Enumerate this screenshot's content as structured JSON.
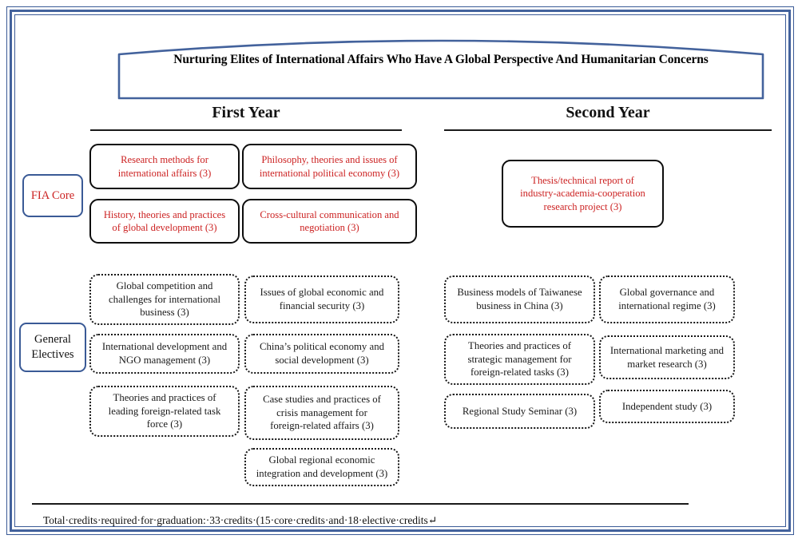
{
  "banner": {
    "title": "Nurturing Elites of International Affairs Who Have A Global Perspective And Humanitarian Concerns"
  },
  "colors": {
    "frame_blue": "#3a5a96",
    "core_text_red": "#cc2222",
    "rule_black": "#1a1a1a",
    "box_border_black": "#0d0d0d"
  },
  "years": {
    "first": "First Year",
    "second": "Second Year"
  },
  "categories": {
    "core": "FIA Core",
    "electives_line1": "General",
    "electives_line2": "Electives"
  },
  "core_courses": {
    "first_year": [
      {
        "line1": "Research methods for",
        "line2": "international affairs (3)"
      },
      {
        "line1": "Philosophy, theories and issues of",
        "line2": "international political economy (3)"
      },
      {
        "line1": "History, theories and practices",
        "line2": "of global development (3)"
      },
      {
        "line1": "Cross-cultural communication and",
        "line2": "negotiation (3)"
      }
    ],
    "second_year": [
      {
        "line1": "Thesis/technical report of",
        "line2": "industry-academia-cooperation",
        "line3": "research project (3)"
      }
    ]
  },
  "elective_courses": {
    "first_year_col1": [
      {
        "line1": "Global competition and",
        "line2": "challenges for international",
        "line3": "business (3)"
      },
      {
        "line1": "International development and",
        "line2": "NGO management (3)"
      },
      {
        "line1": "Theories and practices of",
        "line2": "leading foreign-related task",
        "line3": "force (3)"
      }
    ],
    "first_year_col2": [
      {
        "line1": "Issues of global economic and",
        "line2": "financial security (3)"
      },
      {
        "line1": "China’s political economy and",
        "line2": "social development (3)"
      },
      {
        "line1": "Case studies and practices of",
        "line2": "crisis management for",
        "line3": "foreign-related affairs (3)"
      },
      {
        "line1": "Global regional economic",
        "line2": "integration and development (3)"
      }
    ],
    "second_year_col1": [
      {
        "line1": "Business models of Taiwanese",
        "line2": "business in China (3)"
      },
      {
        "line1": "Theories and practices of",
        "line2": "strategic management for",
        "line3": "foreign-related tasks (3)"
      },
      {
        "line1": "Regional Study Seminar (3)"
      }
    ],
    "second_year_col2": [
      {
        "line1": "Global governance and",
        "line2": "international regime (3)"
      },
      {
        "line1": "International marketing and",
        "line2": "market research (3)"
      },
      {
        "line1": "Independent study (3)"
      }
    ]
  },
  "footer": {
    "text": "Total·credits·required·for·graduation:·33·credits·(15·core·credits·and·18·elective·credits↵"
  }
}
